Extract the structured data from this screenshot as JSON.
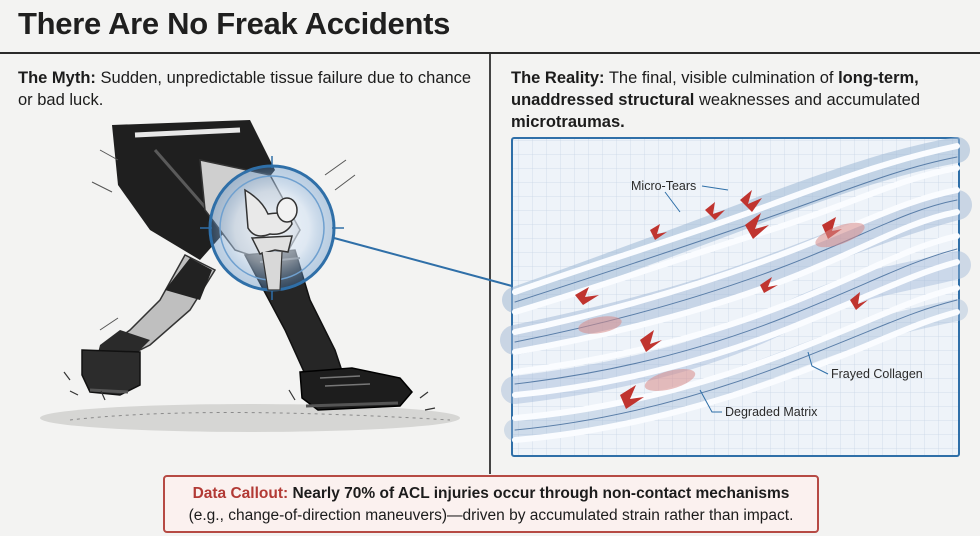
{
  "title": "There Are No Freak Accidents",
  "myth": {
    "label": "The Myth:",
    "text": " Sudden, unpredictable tissue failure due to chance or bad luck."
  },
  "reality": {
    "label": "The Reality:",
    "text_1": " The final, visible culmination of ",
    "bold_1": "long-term, unaddressed structural",
    "text_2": " weaknesses and accumulated ",
    "bold_2": "microtraumas."
  },
  "diagram": {
    "labels": {
      "micro_tears": "Micro-Tears",
      "frayed_collagen": "Frayed Collagen",
      "degraded_matrix": "Degraded Matrix"
    }
  },
  "callout": {
    "label": "Data Callout:",
    "lead": " Nearly 70% of ACL injuries occur through non-contact mechanisms",
    "detail": "(e.g., change-of-direction maneuvers)—driven by accumulated strain rather than impact."
  },
  "colors": {
    "accent_red": "#b23a35",
    "accent_blue": "#2f6fa8",
    "ink": "#1c1c1c"
  }
}
